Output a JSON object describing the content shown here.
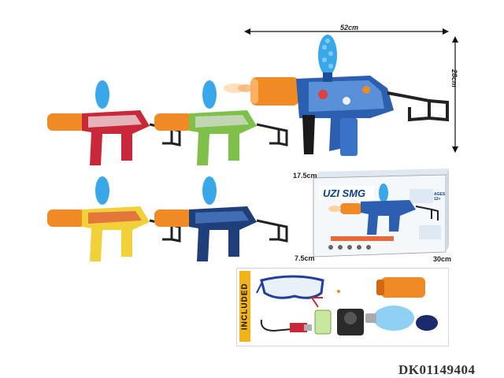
{
  "dimensions": {
    "large_width": "52cm",
    "large_height": "28cm",
    "box_height": "17.5cm",
    "box_depth": "7.5cm",
    "box_width": "30cm"
  },
  "box": {
    "title": "UZI SMG",
    "age_badge": "AGES 12+"
  },
  "included": {
    "label": "INCLUDED"
  },
  "product_code": "DK01149404",
  "colors": {
    "orange": "#f08a24",
    "water_blue": "#3aa8e8",
    "red_gun": "#c8283a",
    "green_gun": "#7fc04a",
    "yellow_gun": "#f2d03a",
    "navy_gun": "#1f3f7a",
    "included_bar": "#f2b21a"
  }
}
